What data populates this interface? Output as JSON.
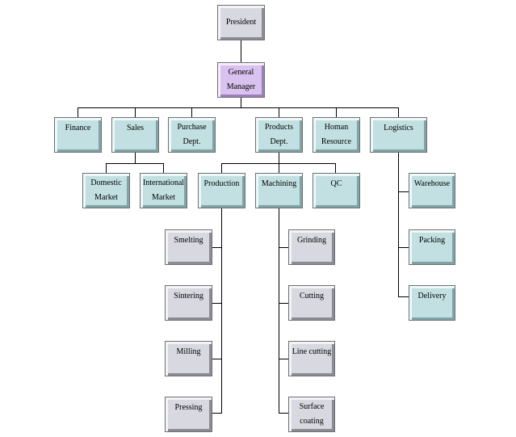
{
  "colors": {
    "gray_box": "#d8d8e0",
    "teal_box": "#c2e0e2",
    "purple_box": "#d9c2ef",
    "connector": "#000000"
  },
  "nodes": {
    "president": "President",
    "general_manager": "General\nManager",
    "finance": "Finance",
    "sales": "Sales",
    "purchase": "Purchase\nDept.",
    "products": "Products\nDept.",
    "hr": "Homan\nResource",
    "logistics": "Logistics",
    "domestic": "Domestic\nMarket",
    "international": "International\nMarket",
    "production": "Production",
    "machining": "Machining",
    "qc": "QC",
    "warehouse": "Warehouse",
    "packing": "Packing",
    "delivery": "Delivery",
    "smelting": "Smelting",
    "sintering": "Sintering",
    "milling": "Milling",
    "pressing": "Pressing",
    "grinding": "Grinding",
    "cutting": "Cutting",
    "line_cutting": "Line cutting",
    "surface_coating": "Surface\ncoating"
  }
}
